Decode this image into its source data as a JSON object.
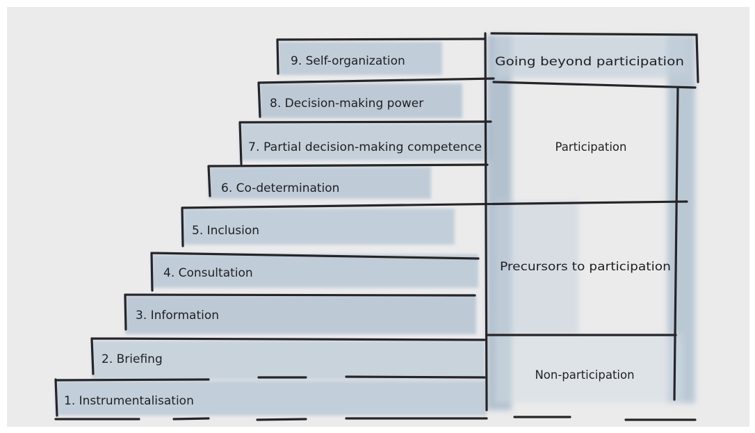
{
  "steps": [
    {
      "label": "1. Instrumentalisation"
    },
    {
      "label": "2. Briefing"
    },
    {
      "label": "3. Information"
    },
    {
      "label": "4. Consultation"
    },
    {
      "label": "5. Inclusion"
    },
    {
      "label": "6. Co-determination"
    },
    {
      "label": "7. Partial decision-making competence"
    },
    {
      "label": "8. Decision-making power"
    },
    {
      "label": "9. Self-organization"
    }
  ],
  "categories": [
    {
      "label": "Going beyond participation"
    },
    {
      "label": "Participation"
    },
    {
      "label": "Precursors to participation"
    },
    {
      "label": "Non-participation"
    }
  ],
  "colors": {
    "paper": "#ebebec",
    "wash": "#b4c3d0",
    "ink": "#252427"
  }
}
